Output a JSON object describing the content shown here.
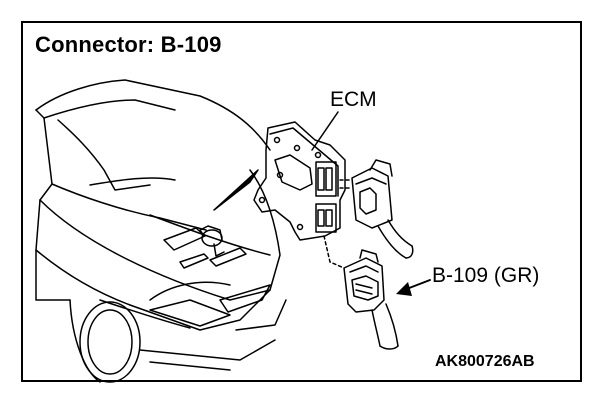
{
  "title": "Connector: B-109",
  "labels": {
    "ecm": "ECM",
    "connector": "B-109 (GR)"
  },
  "figure_code": "AK800726AB"
}
